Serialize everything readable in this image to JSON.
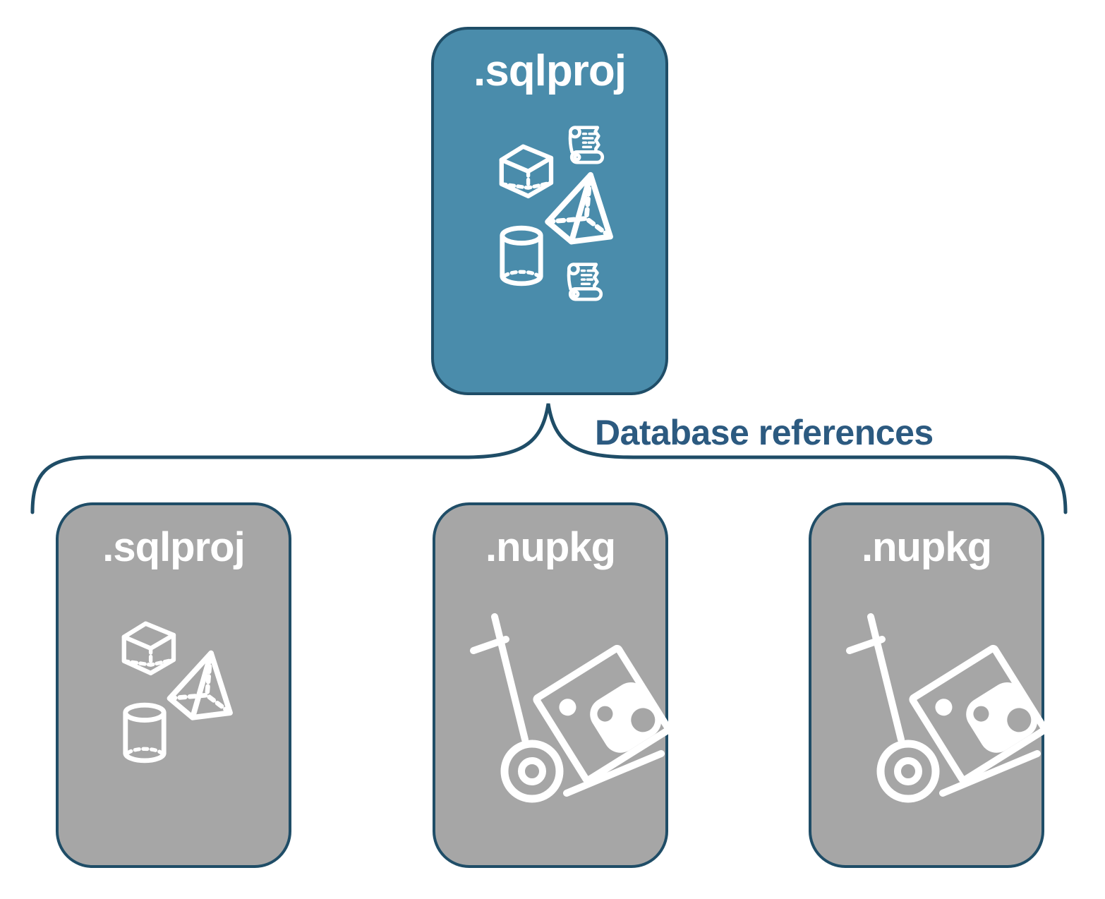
{
  "diagram": {
    "root": {
      "label": ".sqlproj",
      "icons": [
        "cube-icon",
        "scroll-icon",
        "pyramid-icon",
        "cylinder-icon",
        "scroll-icon"
      ]
    },
    "connector": {
      "label": "Database references"
    },
    "children": [
      {
        "label": ".sqlproj",
        "icons": [
          "cube-icon",
          "pyramid-icon",
          "cylinder-icon"
        ]
      },
      {
        "label": ".nupkg",
        "icons": [
          "package-dolly-icon"
        ]
      },
      {
        "label": ".nupkg",
        "icons": [
          "package-dolly-icon"
        ]
      }
    ],
    "colors": {
      "root_fill": "#4A8CAB",
      "child_fill": "#A6A6A6",
      "node_border": "#1F4D67",
      "connector_text": "#2C5A80",
      "icon": "#FFFFFF"
    }
  }
}
